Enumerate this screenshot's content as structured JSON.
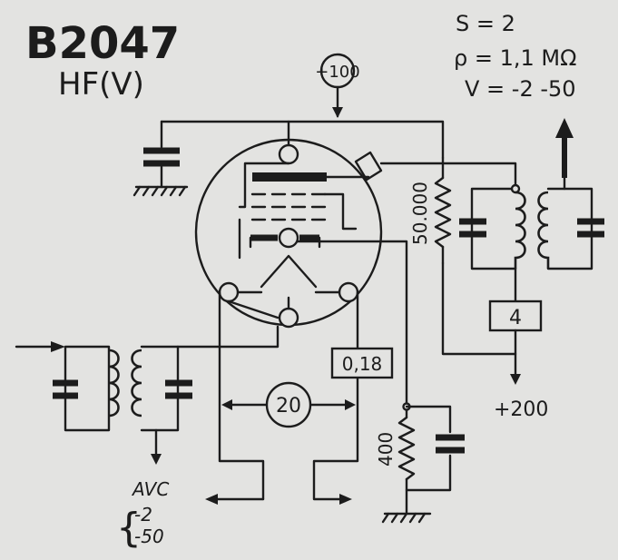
{
  "title": "B2047",
  "subtitle": "HF(V)",
  "specs": {
    "s": "S = 2",
    "rho": "ρ = 1,1 MΩ",
    "v": "V = -2 -50"
  },
  "labels": {
    "screen_supply": "+100",
    "anode_supply": "+200",
    "anode_resistor": "50.000",
    "cathode_resistor": "400",
    "coupling_box": "4",
    "filament_current": "0,18",
    "filament_voltage": "20",
    "avc": "AVC",
    "avc_v1": "-2",
    "avc_v2": "-50",
    "avc_brace": "{"
  }
}
